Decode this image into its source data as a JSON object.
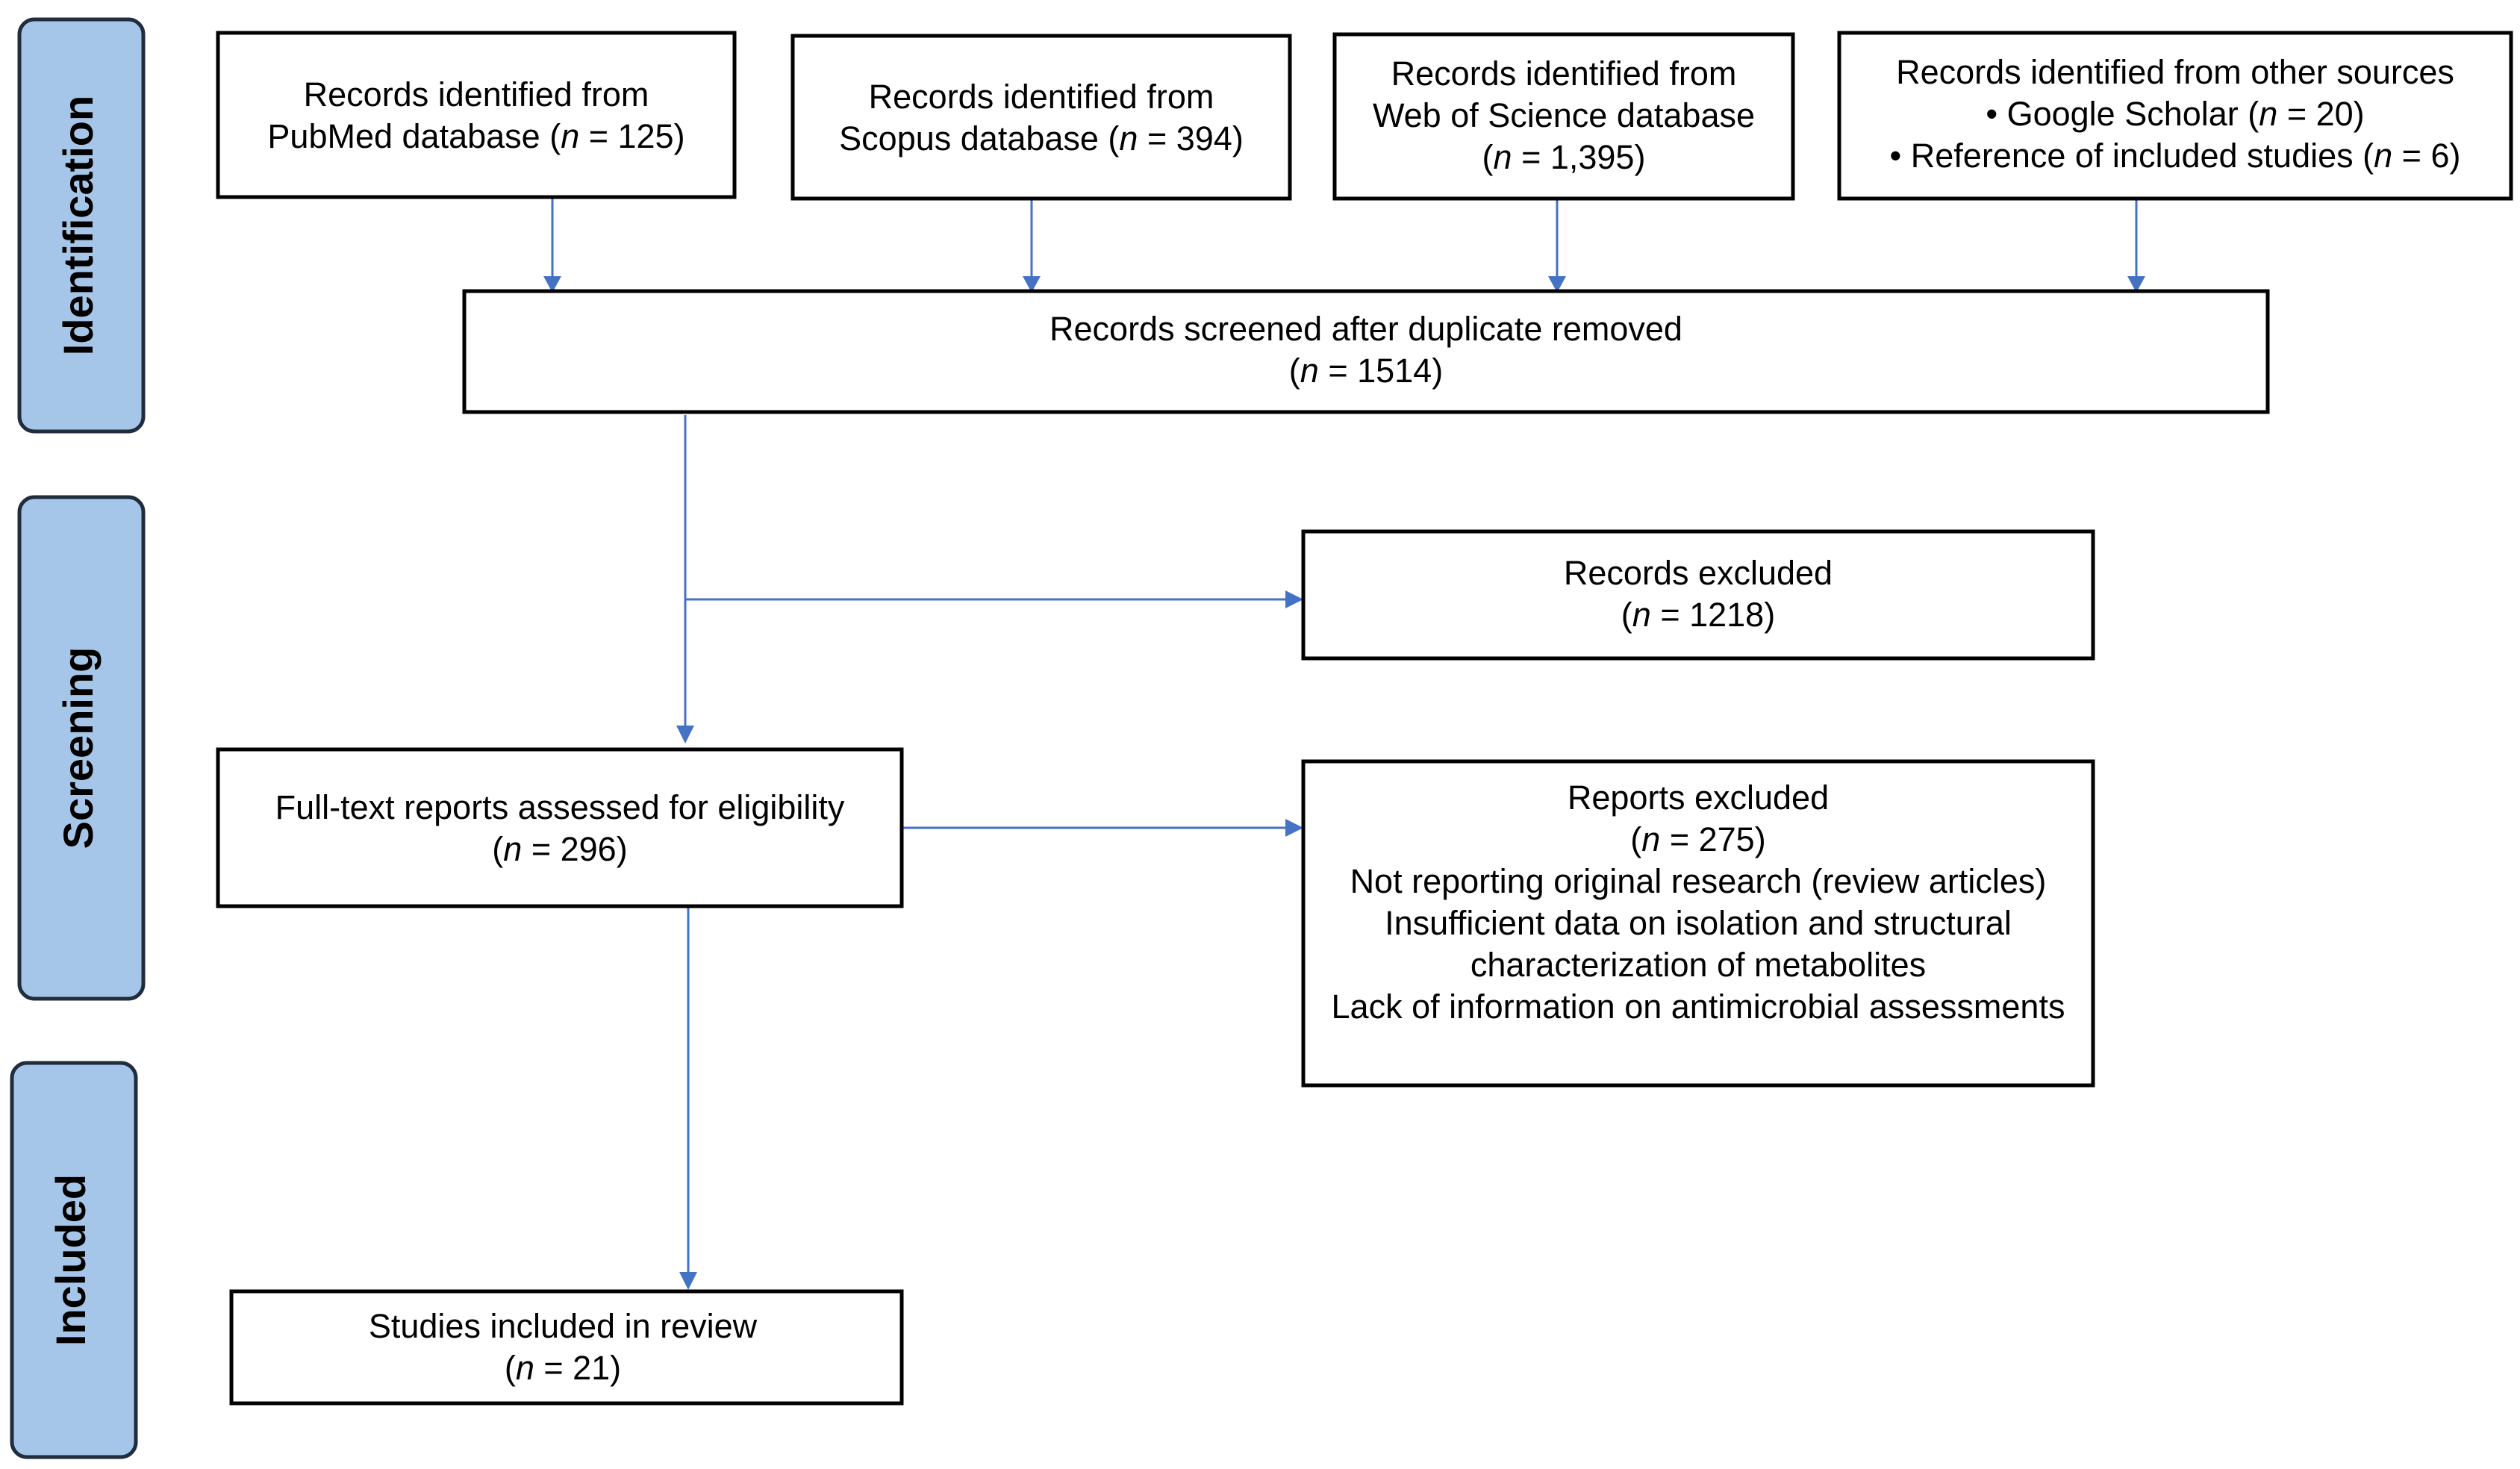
{
  "stages": {
    "identification": "Identification",
    "screening": "Screening",
    "included": "Included"
  },
  "boxes": {
    "pubmed": {
      "line1": "Records identified from",
      "line2_prefix": "PubMed database (",
      "n_symbol": "n",
      "line2_suffix": " = 125)"
    },
    "scopus": {
      "line1": "Records identified from",
      "line2_prefix": "Scopus database (",
      "n_symbol": "n",
      "line2_suffix": " = 394)"
    },
    "wos": {
      "line1": "Records identified from",
      "line2": "Web of Science database",
      "line3_prefix": "(",
      "n_symbol": "n",
      "line3_suffix": " = 1,395)"
    },
    "other": {
      "line1": "Records identified from other sources",
      "bullet1_prefix": "•  Google Scholar (",
      "bullet1_n": "n",
      "bullet1_suffix": " = 20)",
      "bullet2_prefix": "•  Reference of included studies (",
      "bullet2_n": "n",
      "bullet2_suffix": " = 6)"
    },
    "screened": {
      "line1": "Records screened after duplicate removed",
      "line2_prefix": "(",
      "n_symbol": "n",
      "line2_suffix": " = 1514)"
    },
    "records_excluded": {
      "line1": "Records excluded",
      "line2_prefix": "(",
      "n_symbol": "n",
      "line2_suffix": " = 1218)"
    },
    "fulltext": {
      "line1": "Full-text reports assessed for eligibility",
      "line2_prefix": "(",
      "n_symbol": "n",
      "line2_suffix": " = 296)"
    },
    "reports_excluded": {
      "line1": "Reports excluded",
      "line2_prefix": "(",
      "n_symbol": "n",
      "line2_suffix": " = 275)",
      "reason1": "Not reporting original research (review articles)",
      "reason2a": "Insufficient data on isolation and structural",
      "reason2b": "characterization of metabolites",
      "reason3": "Lack of information on antimicrobial assessments"
    },
    "included": {
      "line1": "Studies included in review",
      "line2_prefix": "(",
      "n_symbol": "n",
      "line2_suffix": " = 21)"
    }
  },
  "colors": {
    "stage_fill": "#a5c6e8",
    "arrow": "#4472c4",
    "box_border": "#000000"
  }
}
